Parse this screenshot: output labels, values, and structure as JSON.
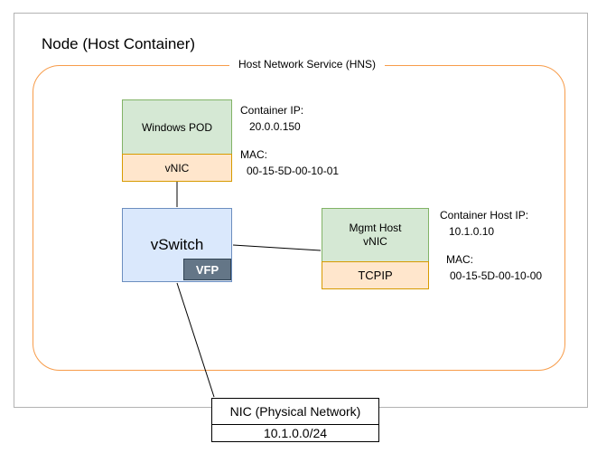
{
  "node": {
    "title": "Node (Host Container)"
  },
  "hns": {
    "label": "Host Network Service (HNS)"
  },
  "windows_pod": {
    "label": "Windows POD",
    "vnic_label": "vNIC"
  },
  "pod_info": {
    "ip_label": "Container IP:",
    "ip": "20.0.0.150",
    "mac_label": "MAC:",
    "mac": "00-15-5D-00-10-01"
  },
  "vswitch": {
    "label": "vSwitch",
    "vfp_label": "VFP"
  },
  "mgmt": {
    "label": "Mgmt Host\nvNIC",
    "tcpip_label": "TCPIP"
  },
  "host_info": {
    "ip_label": "Container Host IP:",
    "ip": "10.1.0.10",
    "mac_label": "MAC:",
    "mac": "00-15-5D-00-10-00"
  },
  "nic": {
    "label": "NIC (Physical Network)",
    "subnet": "10.1.0.0/24"
  },
  "colors": {
    "node_border": "#b3b3b3",
    "hns_border": "#f79c4a",
    "green_fill": "#d5e8d4",
    "green_border": "#82b366",
    "orange_fill": "#ffe6cc",
    "orange_border": "#d79b00",
    "blue_fill": "#dae8fc",
    "blue_border": "#6c8ebf",
    "vfp_fill": "#647687",
    "connector": "#000000"
  }
}
